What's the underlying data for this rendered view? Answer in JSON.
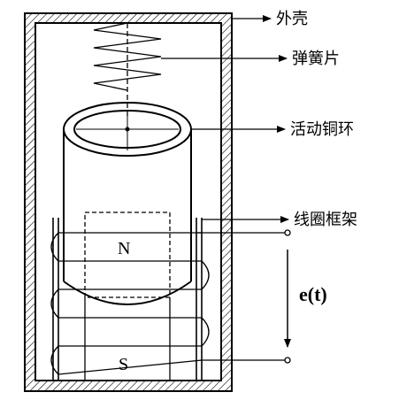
{
  "diagram": {
    "labels": {
      "shell": "外壳",
      "spring": "弹簧片",
      "ring": "活动铜环",
      "coil_frame": "线圈框架"
    },
    "magnet": {
      "north": "N",
      "south": "S"
    },
    "emf_label": "e(t)"
  }
}
